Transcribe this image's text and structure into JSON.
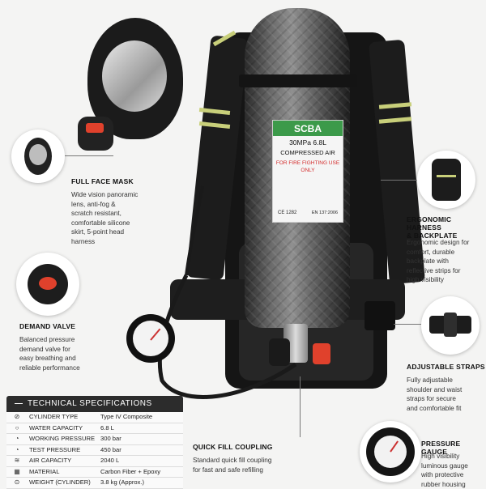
{
  "cylinder_label": {
    "brand": "SCBA",
    "pressure_volume": "30MPa  6.8L",
    "content": "COMPRESSED AIR",
    "warning_line1": "FOR FIRE FIGHTING USE",
    "warning_line2": "ONLY",
    "cert_mark": "CE 1282",
    "standard": "EN 137:2006"
  },
  "features": {
    "full_face_mask": {
      "title": "FULL FACE MASK",
      "desc": [
        "Wide vision panoramic",
        "lens, anti-fog &",
        "scratch resistant,",
        "comfortable silicone",
        "skirt, 5-point head",
        "harness"
      ]
    },
    "demand_valve": {
      "title": "DEMAND VALVE",
      "desc": [
        "Balanced pressure",
        "demand valve for",
        "easy breathing and",
        "reliable performance"
      ]
    },
    "ergonomic_harness": {
      "title_line1": "ERGONOMIC HARNESS",
      "title_line2": "& BACKPLATE",
      "desc": [
        "Ergonomic design for",
        "comfort, durable",
        "backplate with",
        "reflective strips for",
        "high visibility"
      ]
    },
    "adjustable_straps": {
      "title": "ADJUSTABLE STRAPS",
      "desc": [
        "Fully adjustable",
        "shoulder and waist",
        "straps for secure",
        "and comfortable fit"
      ]
    },
    "quick_fill": {
      "title": "QUICK FILL COUPLING",
      "desc": [
        "Standard quick fill coupling",
        "for fast and safe refilling"
      ]
    },
    "pressure_gauge": {
      "title": "PRESSURE GAUGE",
      "desc": [
        "High visibility",
        "luminous gauge",
        "with protective",
        "rubber housing"
      ]
    }
  },
  "tech_specs": {
    "heading": "TECHNICAL SPECIFICATIONS",
    "rows": [
      {
        "icon": "cylinder-icon",
        "glyph": "⊘",
        "label": "CYLINDER TYPE",
        "value": "Type IV Composite"
      },
      {
        "icon": "water-drop-icon",
        "glyph": "○",
        "label": "WATER CAPACITY",
        "value": "6.8 L"
      },
      {
        "icon": "gauge-icon",
        "glyph": "◔",
        "label": "WORKING PRESSURE",
        "value": "300 bar"
      },
      {
        "icon": "test-gauge-icon",
        "glyph": "◔",
        "label": "TEST PRESSURE",
        "value": "450 bar"
      },
      {
        "icon": "air-icon",
        "glyph": "≋",
        "label": "AIR CAPACITY",
        "value": "2040 L"
      },
      {
        "icon": "material-icon",
        "glyph": "▦",
        "label": "MATERIAL",
        "value": "Carbon Fiber + Epoxy"
      },
      {
        "icon": "weight-icon",
        "glyph": "⊙",
        "label": "WEIGHT (CYLINDER)",
        "value": "3.8 kg (Approx.)"
      }
    ]
  },
  "colors": {
    "label_green": "#3c9a4a",
    "warning_red": "#d32b2b",
    "reflective_strip": "#c8cf7a",
    "harness_black": "#1b1b1b",
    "valve_red": "#e0412c"
  }
}
